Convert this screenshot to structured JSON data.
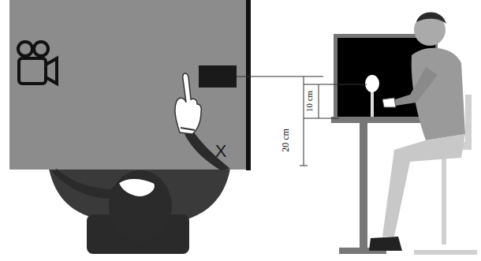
{
  "diagram": {
    "labels": [
      "X",
      "20 cm",
      "10 cm"
    ]
  }
}
